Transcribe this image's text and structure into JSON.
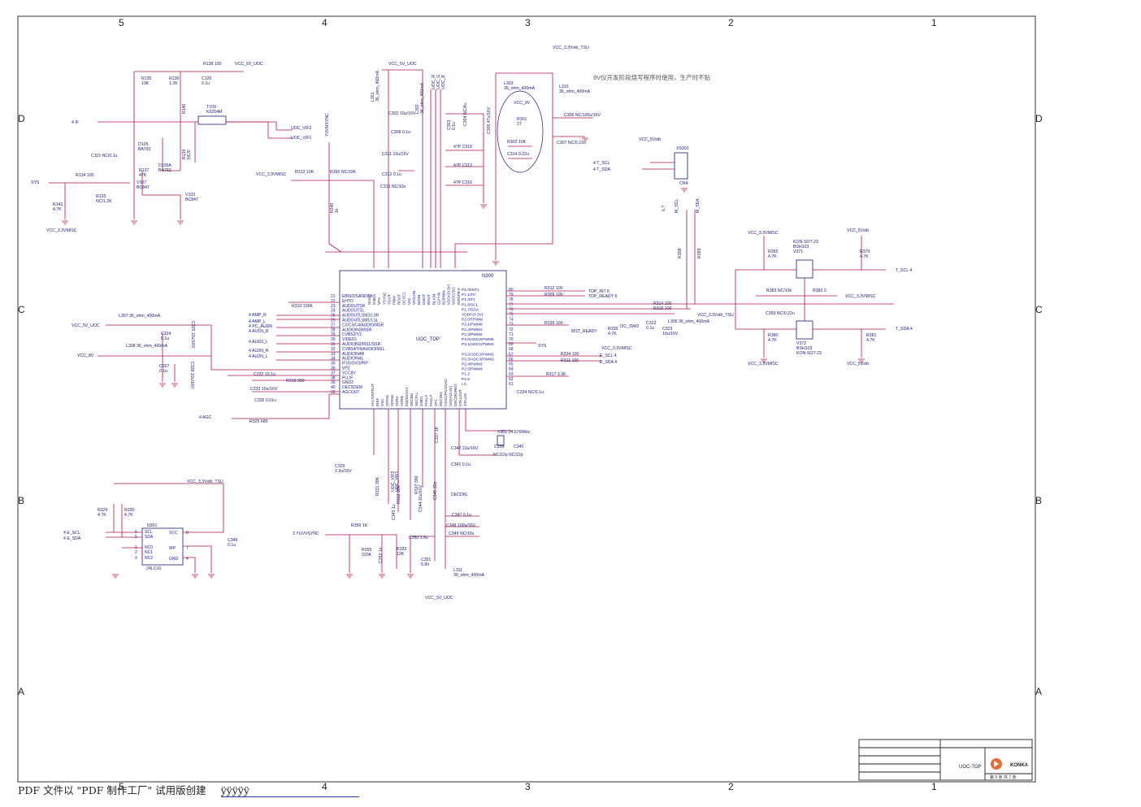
{
  "grid": {
    "columns": [
      "5",
      "4",
      "3",
      "2",
      "1"
    ],
    "rows": [
      "D",
      "C",
      "B",
      "A"
    ]
  },
  "note_top": "9V仪开发阶段烧写程序时使用，生产时不贴",
  "ic_main": {
    "ref": "N300",
    "name": "UOC_TOP",
    "left_pins": [
      {
        "num": "21",
        "name": "EBISO/SANDCA"
      },
      {
        "num": "22",
        "name": "EHTO"
      },
      {
        "num": "23",
        "name": "AUDOUTSR"
      },
      {
        "num": "24",
        "name": "AUDOUTSL"
      },
      {
        "num": "25",
        "name": "AUDOUTLSM2/LSR"
      },
      {
        "num": "26",
        "name": "AUDOUTLSM1/LSL"
      },
      {
        "num": "27",
        "name": "C2/C3/C4/AUDIOINSR"
      },
      {
        "num": "28",
        "name": "AUDIOIN3/IN1R"
      },
      {
        "num": "29",
        "name": "CVBS2/Y2"
      },
      {
        "num": "30",
        "name": "VIDEO1"
      },
      {
        "num": "31",
        "name": "AUDIOIN2/IN1L/SSIF"
      },
      {
        "num": "32",
        "name": "CVBS4/Y4/AUDIOINSL"
      },
      {
        "num": "33",
        "name": "AUDIOIN4R"
      },
      {
        "num": "34",
        "name": "AUDIOIN4L"
      },
      {
        "num": "35",
        "name": "IFVOSVO/PIP"
      },
      {
        "num": "36",
        "name": "VP2"
      },
      {
        "num": "37",
        "name": "VCC8V"
      },
      {
        "num": "38",
        "name": "PLLIF"
      },
      {
        "num": "39",
        "name": "GND2"
      },
      {
        "num": "40",
        "name": "DECSDEM"
      },
      {
        "num": "60",
        "name": "AGCOUT"
      }
    ],
    "right_pins": [
      {
        "num": "80",
        "name": "P1.0/INT1"
      },
      {
        "num": "79",
        "name": "P1.1/T0"
      },
      {
        "num": "78",
        "name": "P1.3/T1"
      },
      {
        "num": "77",
        "name": "P1.6/SCL"
      },
      {
        "num": "76",
        "name": "P1.7/SDA"
      },
      {
        "num": "75",
        "name": "VDDP(3.3V)"
      },
      {
        "num": "74",
        "name": "P2.0/TPWM"
      },
      {
        "num": "73",
        "name": "P2.1/PWM0"
      },
      {
        "num": "72",
        "name": "P2.2/PWM1"
      },
      {
        "num": "71",
        "name": "P2.3/PWM2"
      },
      {
        "num": "70",
        "name": "P3.0/ADC0/PWM5"
      },
      {
        "num": "69",
        "name": "P3.1/ADC1/PWM3"
      },
      {
        "num": "68",
        "name": ""
      },
      {
        "num": "67",
        "name": "P3.2/ADC2/PWM2"
      },
      {
        "num": "66",
        "name": "P3.3/ADC3/PWM3"
      },
      {
        "num": "65",
        "name": "P2.4/PWM3"
      },
      {
        "num": "64",
        "name": "P2.5/PWM4"
      },
      {
        "num": "63",
        "name": "P1.2"
      },
      {
        "num": "62",
        "name": "P1.5"
      },
      {
        "num": "61",
        "name": "I.C."
      }
    ],
    "top_pins": [
      "HOUT",
      "GND3",
      "VP3",
      "YSYNC",
      "YOUT",
      "PBIN",
      "ROUT",
      "DCSC2",
      "VIN",
      "VPSUIN",
      "B/DIN",
      "GOUT",
      "ROUT",
      "BLKIN",
      "G2/YIN",
      "B2/PBIN",
      "VDDA(3.3V)",
      "VDDC(3V)",
      "INTDPB.5"
    ],
    "bottom_pins": [
      "AVL/SSPDUT",
      "IREF",
      "VSC",
      "VIFIN1",
      "VIFIN2",
      "VDRA",
      "VDRB",
      "EW/D2/AVL",
      "DECBG",
      "SECPLL",
      "GND1",
      "PH1LF",
      "PH2LF",
      "VP1",
      "DECDIG",
      "VSSC/P/VSSAD",
      "VDDA(3.3V)",
      "DECDIGREG",
      "XTALOUT",
      "XTALIN"
    ]
  },
  "labels": [
    {
      "id": "r138",
      "text": "R138   100"
    },
    {
      "id": "vcc-5v-uoc-top",
      "text": "VCC_5V_UOC"
    },
    {
      "id": "r135",
      "text": "R135\n10K"
    },
    {
      "id": "r136",
      "text": "R136\n1.2K"
    },
    {
      "id": "c120",
      "text": "C120\n0.1u"
    },
    {
      "id": "r140",
      "text": "R140"
    },
    {
      "id": "t109",
      "text": "T109\nK6264M"
    },
    {
      "id": "uoc-vif2",
      "text": "UOC_VIF2"
    },
    {
      "id": "uoc-vif1",
      "text": "UOC_VIF1"
    },
    {
      "id": "if-in",
      "text": "4    IF"
    },
    {
      "id": "c115",
      "text": "C115 NC/0.1u"
    },
    {
      "id": "d105",
      "text": "D105\nBA792"
    },
    {
      "id": "d105a",
      "text": "D105A\nBA792"
    },
    {
      "id": "r139",
      "text": "R139\nNC/0"
    },
    {
      "id": "sys-left",
      "text": "SYS"
    },
    {
      "id": "r134",
      "text": "R134   100"
    },
    {
      "id": "r137",
      "text": "R137\n47K"
    },
    {
      "id": "v307",
      "text": "V307\nBC847"
    },
    {
      "id": "v103",
      "text": "V103\nBC847"
    },
    {
      "id": "r133",
      "text": "R133\nNC/1.2K"
    },
    {
      "id": "r141",
      "text": "R141\n4.7K"
    },
    {
      "id": "vcc-3v3-misc-1",
      "text": "VCC_3.3VMISC"
    },
    {
      "id": "yuvhsync",
      "text": "YUVHSYNC"
    },
    {
      "id": "vcc-3v3-misc-2",
      "text": "VCC_3.3VMISC"
    },
    {
      "id": "r313",
      "text": "R313   10K"
    },
    {
      "id": "r350",
      "text": "R350   NC/10K"
    },
    {
      "id": "r340",
      "text": "R340\n1k"
    },
    {
      "id": "vcc-5v-uoc-2",
      "text": "VCC_5V_UOC"
    },
    {
      "id": "l301",
      "text": "L301\n36_ohm_400mA"
    },
    {
      "id": "l302",
      "text": "L302\n36_ohm_400mA"
    },
    {
      "id": "uoc-rgb",
      "text": "UOC_R\nUOC_G\nUOC_B"
    },
    {
      "id": "c302",
      "text": "C302  10u/16V"
    },
    {
      "id": "c308",
      "text": "C308  0.1u"
    },
    {
      "id": "c303",
      "text": "C303\n0.1u"
    },
    {
      "id": "c304",
      "text": "C304 NC/4u"
    },
    {
      "id": "c305",
      "text": "C305 47u/16V"
    },
    {
      "id": "c311",
      "text": "C311  10u/16V"
    },
    {
      "id": "c312",
      "text": "C312   0.1u"
    },
    {
      "id": "c315",
      "text": "C315  NC/10u"
    },
    {
      "id": "c310",
      "text": "47P  C310"
    },
    {
      "id": "c313",
      "text": "47P  C313"
    },
    {
      "id": "c316",
      "text": "47P  C316"
    },
    {
      "id": "vcc-3v3-tsu-top",
      "text": "VCC_3.3Vstb_TSU"
    },
    {
      "id": "l303",
      "text": "L303\n36_ohm_400mA"
    },
    {
      "id": "l310",
      "text": "L310\n36_ohm_400mA"
    },
    {
      "id": "vcc-9v",
      "text": "VCC_9V"
    },
    {
      "id": "r301",
      "text": "R301\n27"
    },
    {
      "id": "r302",
      "text": "R302   10K"
    },
    {
      "id": "c314",
      "text": "C314  0.22u"
    },
    {
      "id": "c306",
      "text": "C306    NC/100u/16V"
    },
    {
      "id": "c307",
      "text": "C307    NC/0.22u"
    },
    {
      "id": "vcc-5vstb",
      "text": "VCC_5Vstb"
    },
    {
      "id": "xs302",
      "text": "XS302"
    },
    {
      "id": "t-scl-in",
      "text": "4    T_SCL"
    },
    {
      "id": "t-sda-in",
      "text": "4    T_SDA"
    },
    {
      "id": "cn4",
      "text": "CN4"
    },
    {
      "id": "m-scl",
      "text": "M_SCL"
    },
    {
      "id": "m-sda",
      "text": "M_SDA"
    },
    {
      "id": "r358",
      "text": "R358"
    },
    {
      "id": "r359",
      "text": "R359"
    },
    {
      "id": "vcc-3v3-misc-3",
      "text": "VCC_3.3VMISC"
    },
    {
      "id": "r360",
      "text": "R360\n4.7K"
    },
    {
      "id": "v371",
      "text": "KON-SOT-23\nBSH103\nV371"
    },
    {
      "id": "vcc-5vstb-2",
      "text": "VCC_5Vstb"
    },
    {
      "id": "r379",
      "text": "R379\n4.7K"
    },
    {
      "id": "t-scl-out",
      "text": "T_SCL    4"
    },
    {
      "id": "r383",
      "text": "R383  NC/10k"
    },
    {
      "id": "r382",
      "text": "R382    0"
    },
    {
      "id": "vcc-3v3-misc-4",
      "text": "VCC_3.3VMISC"
    },
    {
      "id": "c359",
      "text": "C359  NC/0.22u"
    },
    {
      "id": "t-sda-out",
      "text": "T_SDA    4"
    },
    {
      "id": "r380",
      "text": "R380\n4.7K"
    },
    {
      "id": "v372",
      "text": "V372\nBSH103\nKON-SOT-23"
    },
    {
      "id": "r381",
      "text": "R381\n4.7K"
    },
    {
      "id": "vcc-3v3-misc-5",
      "text": "VCC_3.3VMISC"
    },
    {
      "id": "vcc-5vstb-3",
      "text": "VCC_5Vstb"
    },
    {
      "id": "r312",
      "text": "R312  100"
    },
    {
      "id": "r309",
      "text": "R309  100"
    },
    {
      "id": "tdp-int",
      "text": "TDP_INT    6"
    },
    {
      "id": "tdp-ready",
      "text": "TDP_READY    6"
    },
    {
      "id": "r314",
      "text": "R314    100"
    },
    {
      "id": "r315",
      "text": "R315    100"
    },
    {
      "id": "l306",
      "text": "L306   36_ohm_400mA"
    },
    {
      "id": "vcc-3v3-tsu-2",
      "text": "VCC_3.3Vstb_TSU"
    },
    {
      "id": "r335",
      "text": "R335  100"
    },
    {
      "id": "mst-ready",
      "text": "MST_READY"
    },
    {
      "id": "r339",
      "text": "R339\n4.7K"
    },
    {
      "id": "i2c-swd",
      "text": "I2C_SWD"
    },
    {
      "id": "c322",
      "text": "C322\n0.1u"
    },
    {
      "id": "c323",
      "text": "C323\n10u/16V"
    },
    {
      "id": "vcc-3v3-misc-6",
      "text": "VCC_3.3VMISC"
    },
    {
      "id": "sys-right",
      "text": "SYS"
    },
    {
      "id": "r334",
      "text": "R334  100"
    },
    {
      "id": "r311",
      "text": "R311  100"
    },
    {
      "id": "e-scl-out",
      "text": "E_SCL    4"
    },
    {
      "id": "e-sda-out",
      "text": "E_SDA    4"
    },
    {
      "id": "r317",
      "text": "R317  3.3K"
    },
    {
      "id": "c334",
      "text": "C334    NC/0.1u"
    },
    {
      "id": "vcc-5v-uoc-3",
      "text": "VCC_5V_UOC"
    },
    {
      "id": "l307",
      "text": "L307  36_ohm_400mA"
    },
    {
      "id": "c324",
      "text": "C324\n0.1u"
    },
    {
      "id": "c325",
      "text": "C325 10u/16V"
    },
    {
      "id": "vcc-8v",
      "text": "VCC_8V"
    },
    {
      "id": "l308",
      "text": "L308  36_ohm_400mA"
    },
    {
      "id": "c327",
      "text": "C327\n0.1u"
    },
    {
      "id": "c328",
      "text": "C328  10u/16V"
    },
    {
      "id": "amp-r",
      "text": "4    AMP_R"
    },
    {
      "id": "amp-l",
      "text": "4    AMP_L"
    },
    {
      "id": "pc-audr",
      "text": "4    PC_AUDR"
    },
    {
      "id": "au1n-r",
      "text": "4    AU1N_R"
    },
    {
      "id": "au1n-l",
      "text": "4    AU1N_L"
    },
    {
      "id": "au2n-r",
      "text": "4    AU2N_R"
    },
    {
      "id": "au2n-l",
      "text": "4    AU2N_L"
    },
    {
      "id": "r310",
      "text": "R310   100K"
    },
    {
      "id": "r316",
      "text": "R316    390"
    },
    {
      "id": "c332",
      "text": "C332  10.1u"
    },
    {
      "id": "c333",
      "text": "C333     10u/16V"
    },
    {
      "id": "c336",
      "text": "C336   0.01u"
    },
    {
      "id": "agc",
      "text": "4    AGC"
    },
    {
      "id": "r325",
      "text": "R325   680"
    },
    {
      "id": "c329",
      "text": "C329\n2.2u/16V"
    },
    {
      "id": "r331",
      "text": "R331   39K"
    },
    {
      "id": "uoc-vif2-b",
      "text": "UOC_VIF2"
    },
    {
      "id": "uoc-vif1-b",
      "text": "UOC_VIF1"
    },
    {
      "id": "r327",
      "text": "R327  390"
    },
    {
      "id": "r332",
      "text": "R332  39K"
    },
    {
      "id": "c343",
      "text": "C343  1u"
    },
    {
      "id": "c344",
      "text": "C344   10u/16V"
    },
    {
      "id": "c345",
      "text": "C345   22n"
    },
    {
      "id": "c337",
      "text": "C337  1K"
    },
    {
      "id": "x301",
      "text": "X301    24.576MHz"
    },
    {
      "id": "c339",
      "text": "C339"
    },
    {
      "id": "c340",
      "text": "C340"
    },
    {
      "id": "c339-340-val",
      "text": "NC/22p  NC/22p"
    },
    {
      "id": "c342",
      "text": "C342  10u/16V"
    },
    {
      "id": "c341",
      "text": "C341  0.1u"
    },
    {
      "id": "decdig",
      "text": "DECDIG"
    },
    {
      "id": "c347",
      "text": "C347   0.1u"
    },
    {
      "id": "c348",
      "text": "C348   100u/16V"
    },
    {
      "id": "c349",
      "text": "C349    NC/10u"
    },
    {
      "id": "c350",
      "text": "C350    1.5u"
    },
    {
      "id": "c351",
      "text": "C351\n6.8n"
    },
    {
      "id": "r333",
      "text": "R333\n12K"
    },
    {
      "id": "l311",
      "text": "L311\n36_ohm_400mA"
    },
    {
      "id": "vcc-5v-uoc-4",
      "text": "VCC_5V_UOC"
    },
    {
      "id": "yuvvsync",
      "text": "3    YUVVSYNC"
    },
    {
      "id": "r356",
      "text": "R356    1K"
    },
    {
      "id": "r355",
      "text": "R355\n220K"
    },
    {
      "id": "c352",
      "text": "C352   1n"
    },
    {
      "id": "vcc-3v3-tsu-3",
      "text": "VCC_3.3Vstb_TSU"
    },
    {
      "id": "r329",
      "text": "R329\n4.7K"
    },
    {
      "id": "r330",
      "text": "R330\n4.7K"
    },
    {
      "id": "n301",
      "text": "N301"
    },
    {
      "id": "e-scl-in",
      "text": "4    E_SCL"
    },
    {
      "id": "e-sda-in",
      "text": "4    E_SDA"
    },
    {
      "id": "c346",
      "text": "C346\n0.1u"
    },
    {
      "id": "u24lc16",
      "text": "24LC16"
    },
    {
      "id": "kon-6-7",
      "text": "6,7"
    }
  ],
  "eeprom_pins": {
    "left": [
      "SCL",
      "SDA",
      "NC0",
      "NC1",
      "NC2"
    ],
    "right": [
      "VCC",
      "WP",
      "GND"
    ],
    "left_nums": [
      "6",
      "5",
      "1",
      "2",
      "3"
    ],
    "right_nums": [
      "8",
      "7",
      "4"
    ]
  },
  "title_block": {
    "drawing_name": "UOC-TOP",
    "brand": "KONKA",
    "sheet_label": "第 5 张   共 7 张"
  },
  "footer_note": "PDF 文件以 \"PDF 制作工厂\" 试用版创建",
  "footer_mark": "ÿÿÿÿÿ",
  "colors": {
    "wire": "#b0144a",
    "text": "#1a1a6e",
    "frame": "#222222"
  }
}
